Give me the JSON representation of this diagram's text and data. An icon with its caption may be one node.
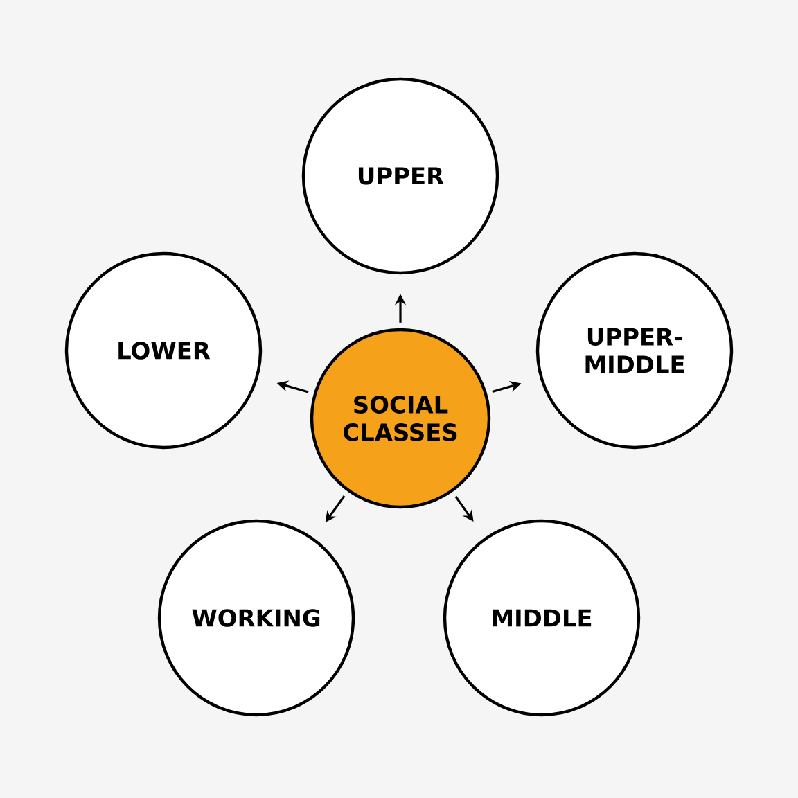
{
  "diagram": {
    "nodes": [
      {
        "text": [
          "SOCIAL CLASSES"
        ]
      },
      {
        "text": [
          "UPPER"
        ]
      },
      {
        "text": [
          "UPPER-MIDDLE"
        ]
      },
      {
        "text": [
          "MIDDLE"
        ]
      },
      {
        "text": [
          "WORKING"
        ]
      },
      {
        "text": [
          "LOWER"
        ]
      }
    ],
    "edges": [
      {
        "from": 0,
        "to": 1,
        "arrow": "to"
      },
      {
        "from": 0,
        "to": 2,
        "arrow": "to"
      },
      {
        "from": 0,
        "to": 3,
        "arrow": "to"
      },
      {
        "from": 0,
        "to": 4,
        "arrow": "to"
      },
      {
        "from": 0,
        "to": 5,
        "arrow": "to"
      }
    ]
  }
}
